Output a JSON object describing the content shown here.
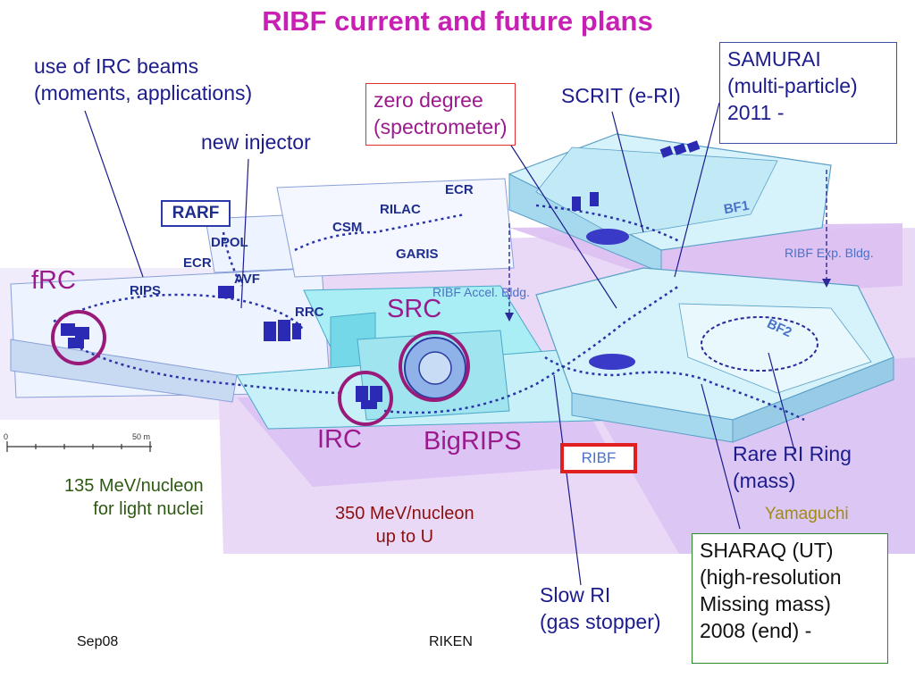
{
  "title": "RIBF current and future plans",
  "annotations": {
    "irc_beams": [
      "use of IRC beams",
      "(moments, applications)"
    ],
    "new_injector": "new injector",
    "zero_degree": [
      "zero degree",
      "(spectrometer)"
    ],
    "scrit": "SCRIT (e-RI)",
    "samurai": [
      "SAMURAI",
      "(multi-particle)",
      "2011 -"
    ],
    "frc": "fRC",
    "src": "SRC",
    "irc": "IRC",
    "bigrips": "BigRIPS",
    "rare_ri_ring": [
      "Rare RI Ring",
      "(mass)"
    ],
    "yamaguchi": "Yamaguchi",
    "light_nuclei": [
      "135 MeV/nucleon",
      "for light nuclei"
    ],
    "up_to_u": [
      "350 MeV/nucleon",
      "up to U"
    ],
    "slow_ri": [
      "Slow RI",
      "(gas stopper)"
    ],
    "sharaq": [
      "SHARAQ (UT)",
      "(high-resolution",
      "Missing mass)",
      "2008 (end) -"
    ]
  },
  "map_labels": {
    "rarf": "RARF",
    "dpol": "DPOL",
    "ecr_left": "ECR",
    "avf": "AVF",
    "rips": "RIPS",
    "rrc": "RRC",
    "csm": "CSM",
    "rilac": "RILAC",
    "ecr_top": "ECR",
    "garis": "GARIS",
    "accel_bldg": "RIBF Accel. Bldg.",
    "exp_bldg": "RIBF Exp. Bldg.",
    "bf1": "BF1",
    "bf2": "BF2",
    "ribf": "RIBF",
    "scale_zero": "0",
    "scale_50": "50 m"
  },
  "footer": {
    "left": "Sep08",
    "center": "RIKEN"
  },
  "colors": {
    "title": "#c820b4",
    "annotation_blue": "#1c1c8c",
    "annotation_purple": "#9b1a8e",
    "green_text": "#2d5a10",
    "maroon_text": "#8c1010",
    "olive_text": "#a08c10",
    "samurai_border": "#4050a0",
    "zero_degree_border": "#e03030",
    "sharaq_border": "#2a8a2a",
    "ring_highlight": "#9a1a7a",
    "ribf_box": "#e02020"
  }
}
